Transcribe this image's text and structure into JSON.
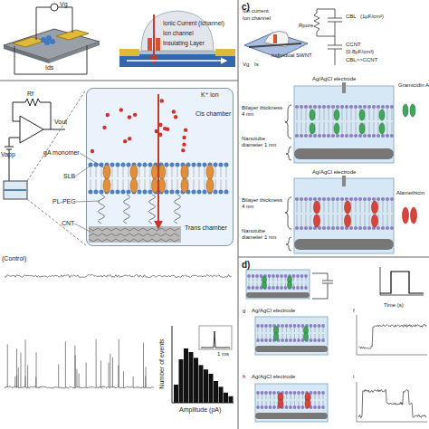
{
  "diagram": {
    "nodes": [
      {
        "text": [
          "c)"
        ]
      },
      {
        "text": [
          "Cis chamber",
          "Trans chamber"
        ]
      },
      {
        "text": [
          "d)"
        ]
      },
      {
        "text": [
          "Time (s)"
        ],
        "in": 2
      }
    ],
    "labels": [
      "Vg",
      "Ids",
      "Ionic Current (Ichannel)",
      "Ion channel",
      "Insulating Layer",
      "Rf",
      "Vout",
      "Vapp",
      "gA monomer",
      "SLB",
      "PL-PEG",
      "CNT",
      "K⁺ ion",
      "(Control)",
      "Number of events",
      "Amplitude (pA)",
      "1 ms",
      "Ion current",
      "Ion channel",
      "Individual SWNT",
      "Vg",
      "Is",
      "CBL",
      "(1μF/cm²)",
      "Rpore",
      "CCNT",
      "(0.8μF/cm²)",
      "CBL>>CCNT",
      "Ag/AgCl electrode",
      "Gramicidin A",
      "Bilayer thickness 4 nm",
      "Nanotube diameter 1 nm",
      "Ag/AgCl electrode",
      "Alamethicin",
      "Bilayer thickness 4 nm",
      "Nanotube diameter 1 nm",
      "g",
      "Ag/AgCl electrode",
      "f",
      "h",
      "Ag/AgCl electrode",
      "i"
    ]
  }
}
